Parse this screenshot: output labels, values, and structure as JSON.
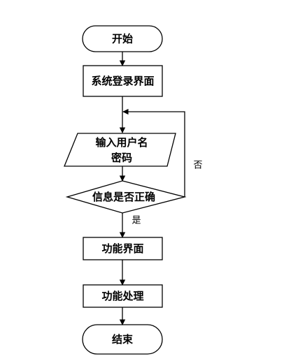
{
  "nodes": {
    "start": "开始",
    "login": "系统登录界面",
    "input_line1": "输入用户名",
    "input_line2": "密码",
    "check": "信息是否正确",
    "function_ui": "功能界面",
    "function_process": "功能处理",
    "end": "结束"
  },
  "edges": {
    "no_label": "否",
    "yes_label": "是"
  },
  "colors": {
    "stroke": "#000000",
    "fill": "#ffffff",
    "text": "#000000"
  }
}
